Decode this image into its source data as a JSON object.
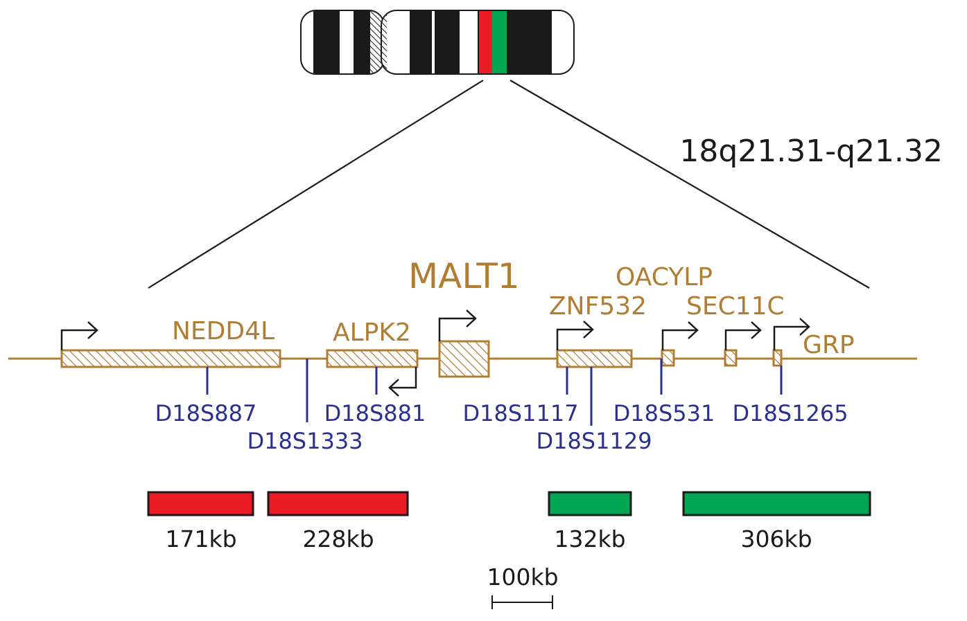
{
  "region_label": "18q21.31-q21.32",
  "colors": {
    "gene": "#b07d33",
    "marker": "#2b2f8f",
    "deletion_red": "#ed1c24",
    "deletion_green": "#00a651",
    "ink": "#1a1a1a"
  },
  "genes": {
    "nedd4l": "NEDD4L",
    "alpk2": "ALPK2",
    "malt1": "MALT1",
    "znf532": "ZNF532",
    "oacylp": "OACYLP",
    "sec11c": "SEC11C",
    "grp": "GRP"
  },
  "markers": {
    "d18s887": "D18S887",
    "d18s1333": "D18S1333",
    "d18s881": "D18S881",
    "d18s1117": "D18S1117",
    "d18s1129": "D18S1129",
    "d18s531": "D18S531",
    "d18s1265": "D18S1265"
  },
  "segments": {
    "seg1": "171kb",
    "seg2": "228kb",
    "seg3": "132kb",
    "seg4": "306kb"
  },
  "scale_bar": "100kb"
}
